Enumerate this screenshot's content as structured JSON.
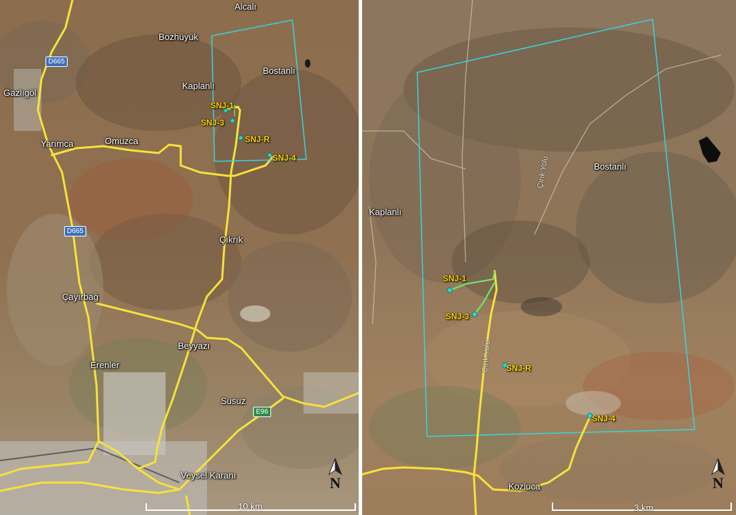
{
  "left_map": {
    "places": {
      "alcali": "Alcalı",
      "bozhuyuk": "Bozhüyük",
      "bostanli": "Bostanlı",
      "kaplanli": "Kaplanlı",
      "gazligol": "Gazlıgöl",
      "yarimca": "Yarımca",
      "omuzca": "Omuzca",
      "cikrik": "Çıkrık",
      "cayirbag": "Çayırbağ",
      "beyyazi": "Beyyazı",
      "erenler": "Erenler",
      "susuz": "Susuz",
      "veysel_karani": "Veysel Karanı"
    },
    "sites": {
      "snj1": "SNJ-1",
      "snj3": "SNJ-3",
      "snjr": "SNJ-R",
      "snj4": "SNJ-4"
    },
    "road_shields": {
      "d665_top": "D665",
      "d665_mid": "D665",
      "e96": "E96"
    },
    "scale_label": "10 km",
    "north_label": "N"
  },
  "right_map": {
    "places": {
      "bostanli": "Bostanlı",
      "kaplanli": "Kaplanlı",
      "kozluca": "Kozluca"
    },
    "sites": {
      "snj1": "SNJ-1",
      "snj3": "SNJ-3",
      "snjr": "SNJ-R",
      "snj4": "SNJ-4"
    },
    "road_labels": {
      "cirik_yolu_top": "Çırık Yolu",
      "cirik_yolu_mid": "Çırık Yolu"
    },
    "scale_label": "3 km",
    "north_label": "N"
  },
  "colors": {
    "road": "#f6e23a",
    "study_area": "#35d6e0",
    "site_marker": "#2fd3d3",
    "site_label": "#ffd400",
    "green_path": "#6fe36a",
    "terrain_base": "#8a6a4a"
  }
}
